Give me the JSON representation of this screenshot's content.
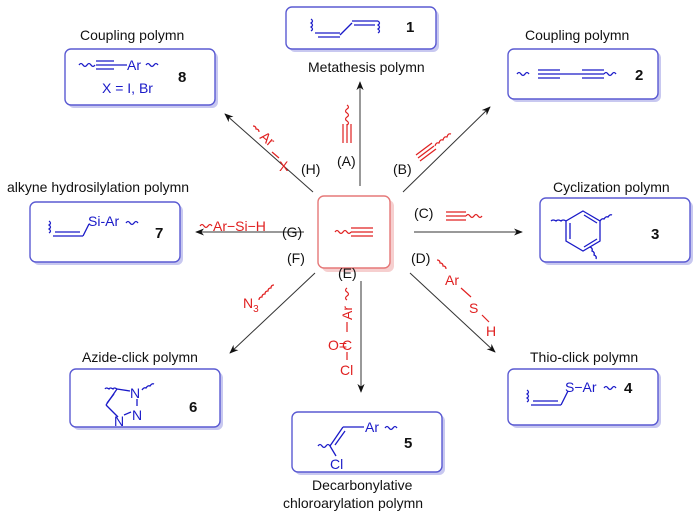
{
  "center": {
    "name": "terminal alkyne monomer",
    "icon": "wavy-triple-bond"
  },
  "colors": {
    "product_box": "#5a5ad2",
    "reactant": "#e02020",
    "product_text": "#1a1ac8",
    "center_box": "#e57878"
  },
  "routes": [
    {
      "id": "A",
      "label": "(A)",
      "reagent": "alkyne",
      "product_number": "1",
      "title": "Metathesis polymn",
      "product": "cis-polyene (ene-ene)"
    },
    {
      "id": "B",
      "label": "(B)",
      "reagent": "alkyne",
      "product_number": "2",
      "title": "Coupling polymn",
      "product": "poly(diyne)"
    },
    {
      "id": "C",
      "label": "(C)",
      "reagent": "alkyne",
      "product_number": "3",
      "title": "Cyclization polymn",
      "product": "1,3,5-trisubstituted benzene"
    },
    {
      "id": "D",
      "label": "(D)",
      "reagent_parts": [
        "Ar",
        "S",
        "H"
      ],
      "product_number": "4",
      "title": "Thio-click polymn",
      "product_text": "S−Ar"
    },
    {
      "id": "E",
      "label": "(E)",
      "reagent_parts": [
        "Ar",
        "C",
        "O=",
        "Cl"
      ],
      "product_number": "5",
      "title_lines": [
        "Decarbonylative",
        "chloroarylation polymn"
      ],
      "product_text": [
        "Ar",
        "Cl"
      ]
    },
    {
      "id": "F",
      "label": "(F)",
      "reagent_parts": [
        "N",
        "3"
      ],
      "product_number": "6",
      "title": "Azide-click polymn",
      "product_text": [
        "N",
        "N",
        "N"
      ]
    },
    {
      "id": "G",
      "label": "(G)",
      "reagent_text": "Ar−Si−H",
      "product_number": "7",
      "title": "alkyne hydrosilylation polymn",
      "product_text": "Si-Ar"
    },
    {
      "id": "H",
      "label": "(H)",
      "reagent_parts": [
        "Ar",
        "X"
      ],
      "product_number": "8",
      "title": "Coupling polymn",
      "product_text": "Ar",
      "note": "X = I, Br"
    }
  ]
}
